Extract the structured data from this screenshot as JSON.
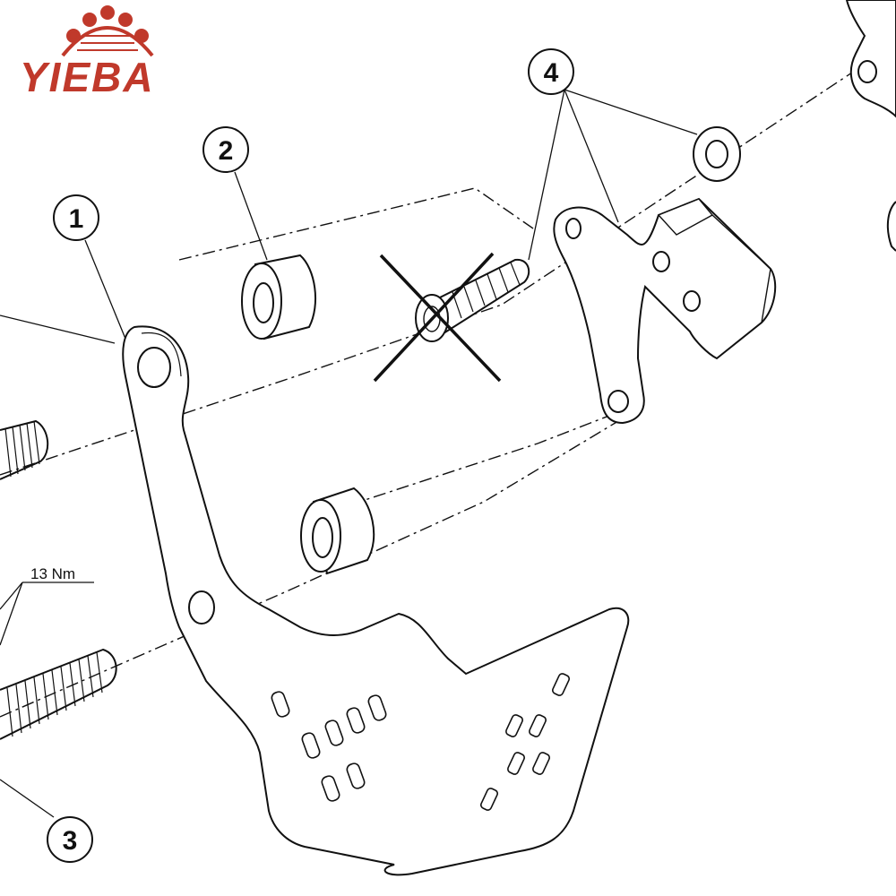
{
  "brand": {
    "name": "YIEBA",
    "color": "#c0392b",
    "icon": "gear-logo-icon"
  },
  "callouts": [
    {
      "id": "1",
      "label": "1",
      "part": "mounting-bracket"
    },
    {
      "id": "2",
      "label": "2",
      "part": "spacer"
    },
    {
      "id": "3",
      "label": "3",
      "part": "threaded-stud"
    },
    {
      "id": "4",
      "label": "4",
      "part": "washer-and-bracket"
    }
  ],
  "torque": {
    "label": "13 Nm"
  },
  "colors": {
    "line": "#111111",
    "background": "#ffffff",
    "brand": "#c0392b"
  },
  "icons": [
    "gear-logo-icon",
    "crossed-out-bolt-icon",
    "spacer-icon",
    "threaded-stud-icon",
    "washer-icon"
  ]
}
